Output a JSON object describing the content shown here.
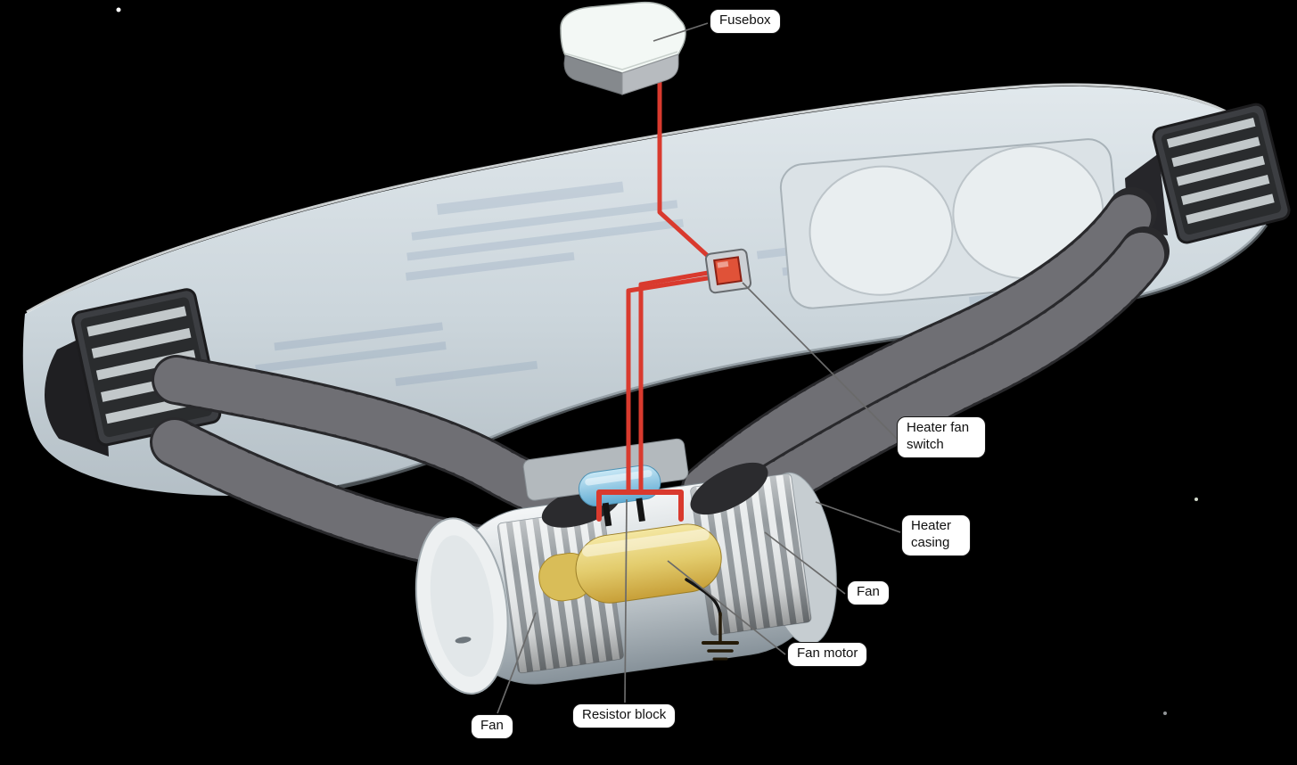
{
  "scene": {
    "description": "Cutaway diagram of a car dashboard heater and ventilation system",
    "background": "#000000"
  },
  "labels": {
    "fusebox": "Fusebox",
    "heater_fan_switch": "Heater fan switch",
    "heater_casing": "Heater casing",
    "fan_right": "Fan",
    "fan_motor": "Fan motor",
    "resistor_block": "Resistor block",
    "fan_left": "Fan"
  },
  "colors": {
    "background": "#000000",
    "dashboard": "#ccd6dc",
    "wire_red": "#d93a2e",
    "fan_motor_yellow": "#e3cc6d",
    "resistor_blue": "#84c6e4",
    "hose_dark": "#2e2e30",
    "label_background": "#ffffff",
    "label_border": "#161616",
    "label_text": "#101010"
  },
  "parts": [
    "fusebox",
    "heater fan switch",
    "heater casing",
    "fan (left)",
    "fan (right)",
    "fan motor",
    "resistor block",
    "air ducts",
    "dashboard vents",
    "ground connection"
  ]
}
